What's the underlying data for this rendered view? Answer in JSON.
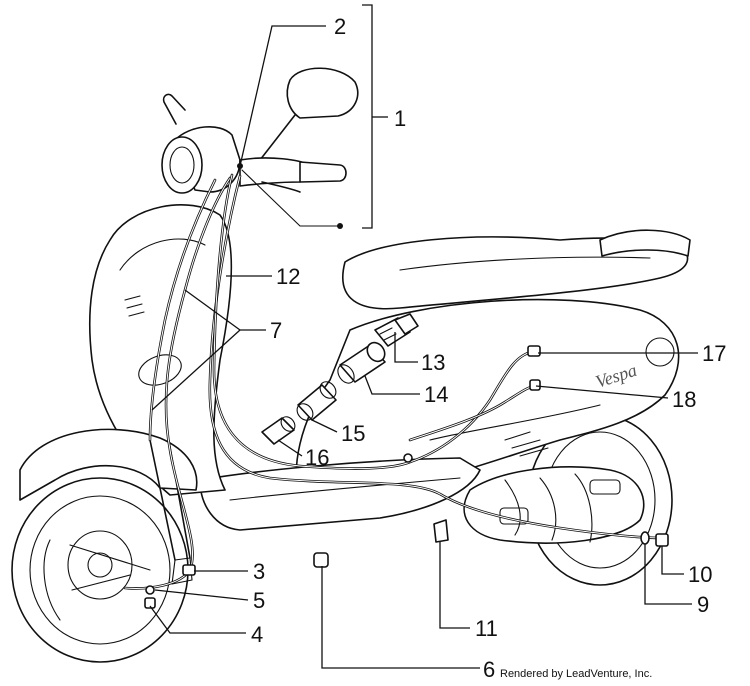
{
  "diagram": {
    "part_labels": [
      "1",
      "2",
      "3",
      "4",
      "5",
      "6",
      "7",
      "9",
      "10",
      "11",
      "12",
      "13",
      "14",
      "15",
      "16",
      "17",
      "18"
    ],
    "credit": "Rendered by LeadVenture, Inc."
  }
}
